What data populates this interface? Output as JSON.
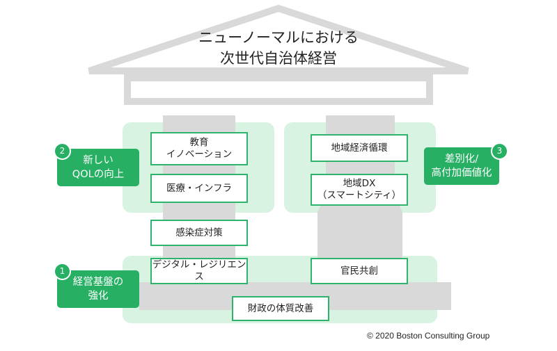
{
  "title": {
    "line1": "ニューノーマルにおける",
    "line2": "次世代自治体経営"
  },
  "pillar_left": {
    "items": [
      {
        "line1": "教育",
        "line2": "イノベーション"
      },
      {
        "line1": "医療・インフラ",
        "line2": ""
      },
      {
        "line1": "感染症対策",
        "line2": ""
      }
    ]
  },
  "pillar_right": {
    "items": [
      {
        "line1": "地域経済循環",
        "line2": ""
      },
      {
        "line1": "地域DX",
        "line2": "（スマートシティ）"
      }
    ]
  },
  "foundation": {
    "items": [
      {
        "line1": "デジタル・レジリエンス"
      },
      {
        "line1": "官民共創"
      },
      {
        "line1": "財政の体質改善"
      }
    ]
  },
  "tags": [
    {
      "number": "2",
      "line1": "新しい",
      "line2": "QOLの向上"
    },
    {
      "number": "3",
      "line1": "差別化/",
      "line2": "高付加価値化"
    },
    {
      "number": "1",
      "line1": "経営基盤の",
      "line2": "強化"
    }
  ],
  "credit": "© 2020 Boston Consulting Group",
  "colors": {
    "green": "#27b064",
    "light_green": "#d8f3e1",
    "gray": "#d9d9d9"
  }
}
